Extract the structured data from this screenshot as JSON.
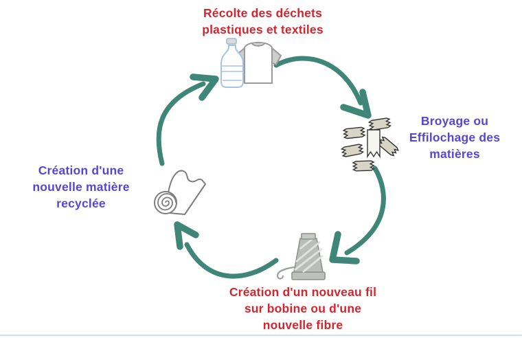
{
  "diagram": {
    "type": "recycling-cycle",
    "direction": "clockwise",
    "arrow_color": "#3f8578",
    "steps": [
      {
        "id": "collect",
        "label": "Récolte des déchets\nplastiques et textiles",
        "text_color": "#d2262e",
        "icon": "plastic-bottle-and-tshirt"
      },
      {
        "id": "shred",
        "label": "Broyage ou\nEffilochage des\nmatières",
        "text_color": "#5747d0",
        "icon": "shredded-fabric-pieces"
      },
      {
        "id": "spin",
        "label": "Création d'un nouveau fil\nsur bobine ou d'une\nnouvelle fibre",
        "text_color": "#d2262e",
        "icon": "thread-cone"
      },
      {
        "id": "material",
        "label": "Création d'une\nnouvelle matière\nrecyclée",
        "text_color": "#5747d0",
        "icon": "fabric-roll"
      }
    ]
  }
}
